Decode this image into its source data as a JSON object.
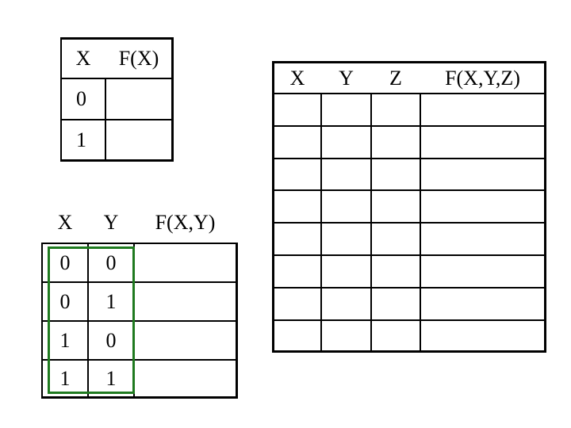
{
  "table_one_var": {
    "headers": [
      "X",
      "F(X)"
    ],
    "rows": [
      [
        "0",
        ""
      ],
      [
        "1",
        ""
      ]
    ]
  },
  "table_two_var": {
    "headers": [
      "X",
      "Y",
      "F(X,Y)"
    ],
    "rows": [
      [
        "0",
        "0",
        ""
      ],
      [
        "0",
        "1",
        ""
      ],
      [
        "1",
        "0",
        ""
      ],
      [
        "1",
        "1",
        ""
      ]
    ]
  },
  "table_three_var": {
    "headers": [
      "X",
      "Y",
      "Z",
      "F(X,Y,Z)"
    ],
    "rows": [
      [
        "",
        "",
        "",
        ""
      ],
      [
        "",
        "",
        "",
        ""
      ],
      [
        "",
        "",
        "",
        ""
      ],
      [
        "",
        "",
        "",
        ""
      ],
      [
        "",
        "",
        "",
        ""
      ],
      [
        "",
        "",
        "",
        ""
      ],
      [
        "",
        "",
        "",
        ""
      ],
      [
        "",
        "",
        "",
        ""
      ]
    ]
  },
  "colors": {
    "highlight": "#1f7a1f",
    "lines": "#000000"
  }
}
